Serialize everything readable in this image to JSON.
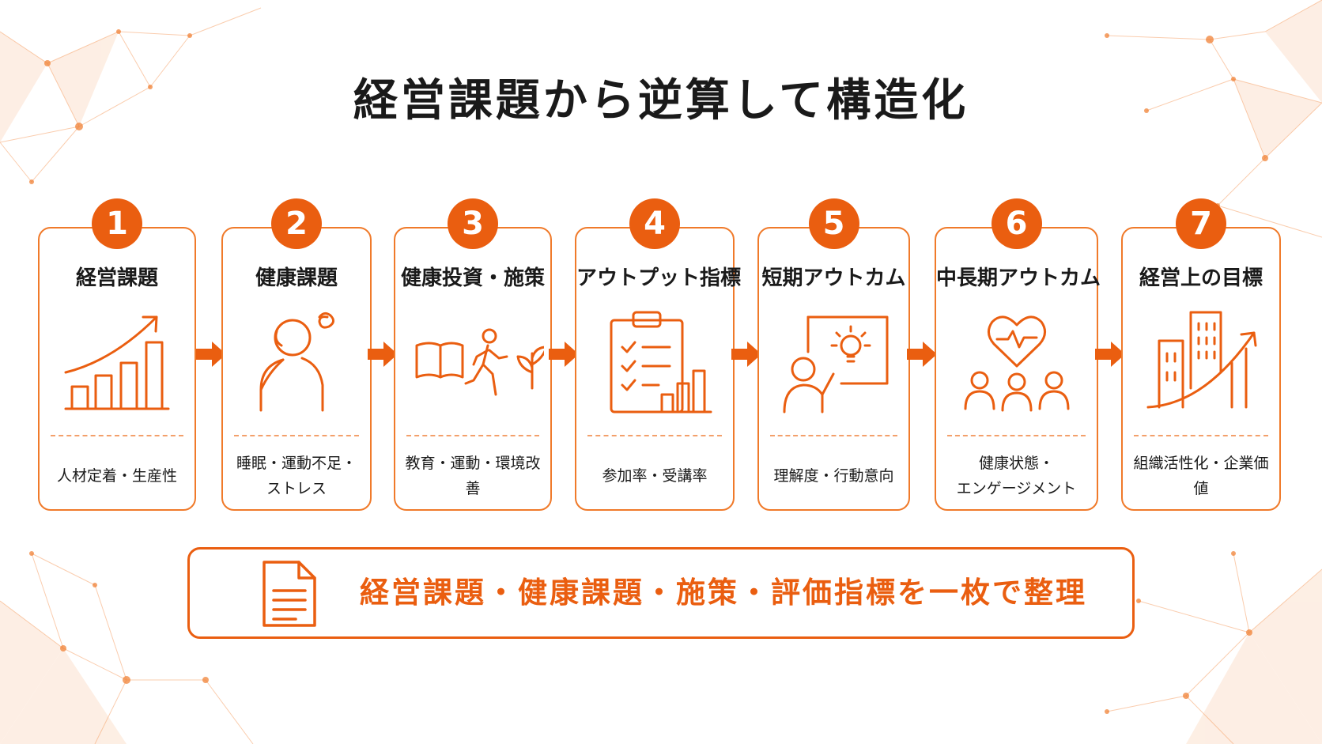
{
  "title": "経営課題から逆算して構造化",
  "colors": {
    "accent": "#ea5e10",
    "border": "#f07a2a",
    "text": "#1a1a1a"
  },
  "steps": [
    {
      "number": "1",
      "title": "経営課題",
      "icon": "bar-chart-up-icon",
      "sub": "人材定着・生産性"
    },
    {
      "number": "2",
      "title": "健康課題",
      "icon": "stressed-person-icon",
      "sub": "睡眠・運動不足・\nストレス"
    },
    {
      "number": "3",
      "title": "健康投資・施策",
      "icon": "book-walker-plant-icon",
      "sub": "教育・運動・環境改善"
    },
    {
      "number": "4",
      "title": "アウトプット指標",
      "icon": "clipboard-checklist-icon",
      "sub": "参加率・受講率"
    },
    {
      "number": "5",
      "title": "短期アウトカム",
      "icon": "presenter-lightbulb-icon",
      "sub": "理解度・行動意向"
    },
    {
      "number": "6",
      "title": "中長期アウトカム",
      "icon": "heart-people-icon",
      "sub": "健康状態・\nエンゲージメント"
    },
    {
      "number": "7",
      "title": "経営上の目標",
      "icon": "buildings-growth-icon",
      "sub": "組織活性化・企業価値"
    }
  ],
  "summary": {
    "icon": "document-icon",
    "text": "経営課題・健康課題・施策・評価指標を一枚で整理"
  }
}
